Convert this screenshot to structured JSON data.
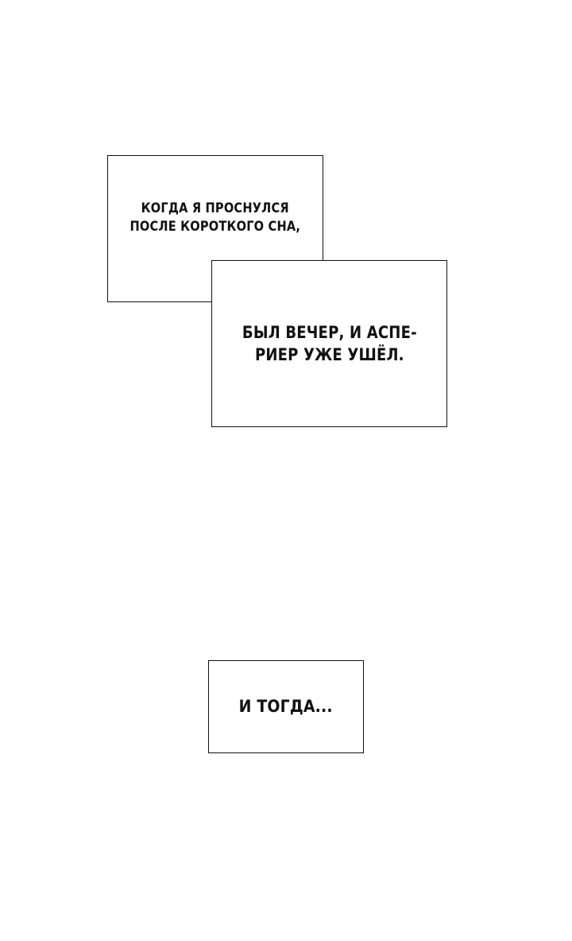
{
  "panel": {
    "background_color": "#ffffff",
    "border_color": "#111111",
    "captions": [
      {
        "text": "Когда я проснулся\nпосле короткого сна,"
      },
      {
        "text": "Был вечер, и Аспе-\nриер уже ушёл."
      },
      {
        "text": "И тогда..."
      }
    ]
  }
}
